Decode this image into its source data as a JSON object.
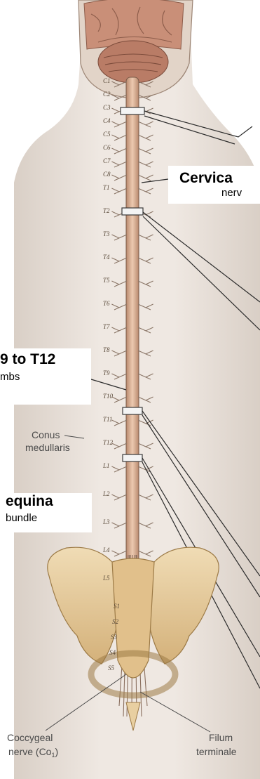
{
  "labels": {
    "cervical": {
      "title": "Cervica",
      "sub": "nerv"
    },
    "thoracic": {
      "title": "9 to T12",
      "sub": "mbs"
    },
    "cauda": {
      "title": "equina",
      "sub": "bundle"
    }
  },
  "annotations": {
    "conus_line1": "Conus",
    "conus_line2": "medullaris",
    "coccygeal_line1": "Coccygeal",
    "coccygeal_line2": "nerve (Co",
    "coccygeal_sub": "1",
    "coccygeal_close": ")",
    "filum_line1": "Filum",
    "filum_line2": "terminale"
  },
  "segments": [
    "C1",
    "C2",
    "C3",
    "C4",
    "C5",
    "C6",
    "C7",
    "C8",
    "T1",
    "T2",
    "T3",
    "T4",
    "T5",
    "T6",
    "T7",
    "T8",
    "T9",
    "T10",
    "T11",
    "T12",
    "L1",
    "L2",
    "L3",
    "L4",
    "L5",
    "S1",
    "S2",
    "S3",
    "S4",
    "S5"
  ],
  "colors": {
    "skin": "#e9e1da",
    "bone": "#e8cfa1",
    "bone_shadow": "#c7a36a",
    "cord": "#d8a88a",
    "brain": "#c98f78",
    "nerve": "#8a7566"
  }
}
